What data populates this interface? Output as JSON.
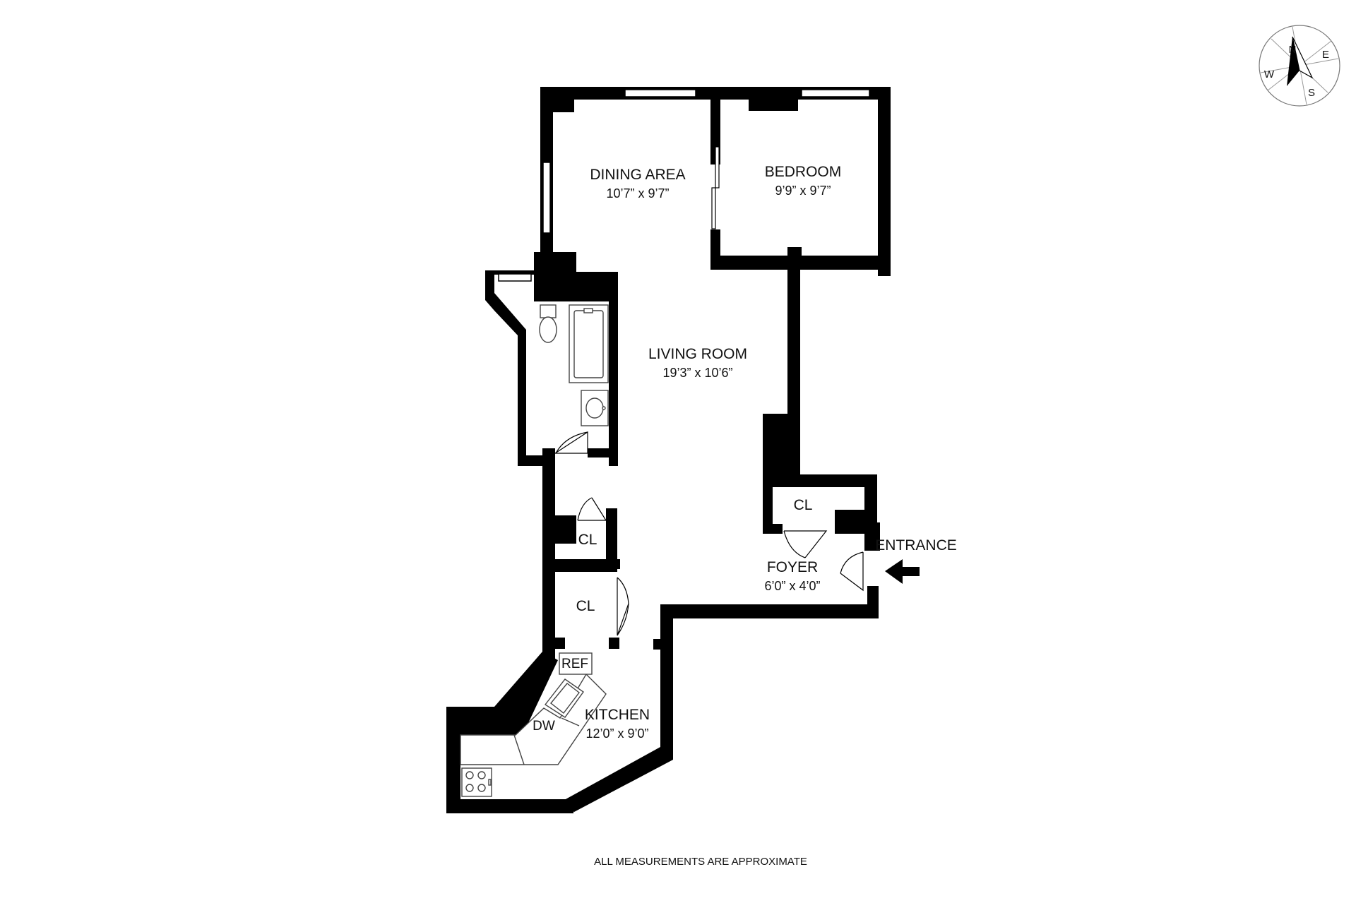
{
  "colors": {
    "wall": "#000000",
    "fixture": "#444444",
    "background": "#ffffff"
  },
  "compass": {
    "north": "N",
    "east": "E",
    "south": "S",
    "west": "W"
  },
  "rooms": {
    "dining": {
      "name": "DINING AREA",
      "dims": "10’7” x 9’7”"
    },
    "bedroom": {
      "name": "BEDROOM",
      "dims": "9’9” x 9’7”"
    },
    "living": {
      "name": "LIVING ROOM",
      "dims": "19’3” x 10’6”"
    },
    "foyer": {
      "name": "FOYER",
      "dims": "6’0” x 4’0”"
    },
    "kitchen": {
      "name": "KITCHEN",
      "dims": "12’0” x 9’0”"
    }
  },
  "closets": {
    "foyer_closet": "CL",
    "hall_closet_upper": "CL",
    "hall_closet_lower": "CL"
  },
  "appliances": {
    "refrigerator": "REF",
    "dishwasher": "DW"
  },
  "entrance_label": "ENTRANCE",
  "footnote": "ALL MEASUREMENTS ARE APPROXIMATE"
}
